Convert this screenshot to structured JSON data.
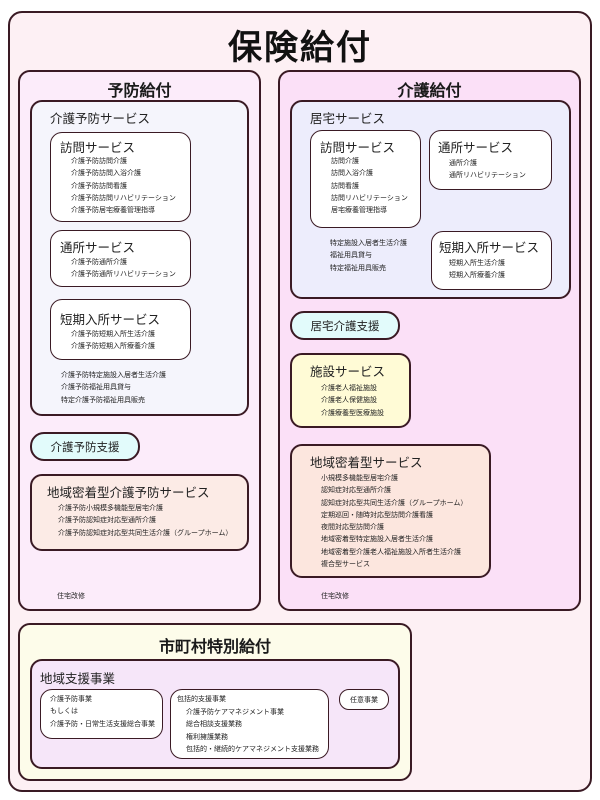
{
  "title": "保険給付",
  "yobo": {
    "heading": "予防給付",
    "service_group": {
      "title": "介護予防サービス",
      "houmon": {
        "title": "訪問サービス",
        "items": [
          "介護予防訪問介護",
          "介護予防訪問入浴介護",
          "介護予防訪問看護",
          "介護予防訪問リハビリテーション",
          "介護予防居宅療養管理指導"
        ]
      },
      "tsusho": {
        "title": "通所サービス",
        "items": [
          "介護予防通所介護",
          "介護予防通所リハビリテーション"
        ]
      },
      "tanki": {
        "title": "短期入所サービス",
        "items": [
          "介護予防短期入所生活介護",
          "介護予防短期入所療養介護"
        ]
      },
      "others": [
        "介護予防特定施設入居者生活介護",
        "介護予防福祉用具貸与",
        "特定介護予防福祉用具販売"
      ]
    },
    "shien": "介護予防支援",
    "chiiki": {
      "title": "地域密着型介護予防サービス",
      "items": [
        "介護予防小規模多機能型居宅介護",
        "介護予防認知症対応型通所介護",
        "介護予防認知症対応型共同生活介護（グループホーム）"
      ]
    },
    "jutaku": "住宅改修"
  },
  "kaigo": {
    "heading": "介護給付",
    "kyotaku": {
      "title": "居宅サービス",
      "houmon": {
        "title": "訪問サービス",
        "items": [
          "訪問介護",
          "訪問入浴介護",
          "訪問看護",
          "訪問リハビリテーション",
          "居宅療養管理指導"
        ]
      },
      "tsusho": {
        "title": "通所サービス",
        "items": [
          "通所介護",
          "通所リハビリテーション"
        ]
      },
      "others": [
        "特定施設入居者生活介護",
        "福祉用具貸与",
        "特定福祉用具販売"
      ],
      "tanki": {
        "title": "短期入所サービス",
        "items": [
          "短期入所生活介護",
          "短期入所療養介護"
        ]
      }
    },
    "shien": "居宅介護支援",
    "shisetsu": {
      "title": "施設サービス",
      "items": [
        "介護老人福祉施設",
        "介護老人保健施設",
        "介護療養型医療施設"
      ]
    },
    "chiiki": {
      "title": "地域密着型サービス",
      "items": [
        "小規模多機能型居宅介護",
        "認知症対応型通所介護",
        "認知症対応型共同生活介護（グループホーム）",
        "定期巡回・随時対応型訪問介護看護",
        "夜間対応型訪問介護",
        "地域密着型特定施設入居者生活介護",
        "地域密着型介護老人福祉施設入所者生活介護",
        "複合型サービス"
      ]
    },
    "jutaku": "住宅改修"
  },
  "shichoson": {
    "heading": "市町村特別給付",
    "chiiki_shien": {
      "title": "地域支援事業",
      "yobo_jigyo": [
        "介護予防事業",
        "もしくは",
        "介護予防・日常生活支援総合事業"
      ],
      "hokatsu": {
        "title": "包括的支援事業",
        "items": [
          "介護予防ケアマネジメント事業",
          "総合相談支援業務",
          "権利擁護業務",
          "包括的・継続的ケアマネジメント支援業務"
        ]
      },
      "nini": "任意事業"
    }
  },
  "colors": {
    "outer_bg": "#fdf0f4",
    "yobo_bg": "#fcecfa",
    "kaigo_bg": "#fbe0f7",
    "service_bg": "#f5f5fc",
    "kyotaku_bg": "#ededfc",
    "shien_bg": "#e2fbfb",
    "chiiki_bg": "#fcebe6",
    "shisetsu_bg": "#fffbd6",
    "kaigo_chiiki_bg": "#fce6de",
    "shichoson_bg": "#fdfcea",
    "chiiki_shien_bg": "#f6e6f9",
    "border": "#3a1a24"
  }
}
